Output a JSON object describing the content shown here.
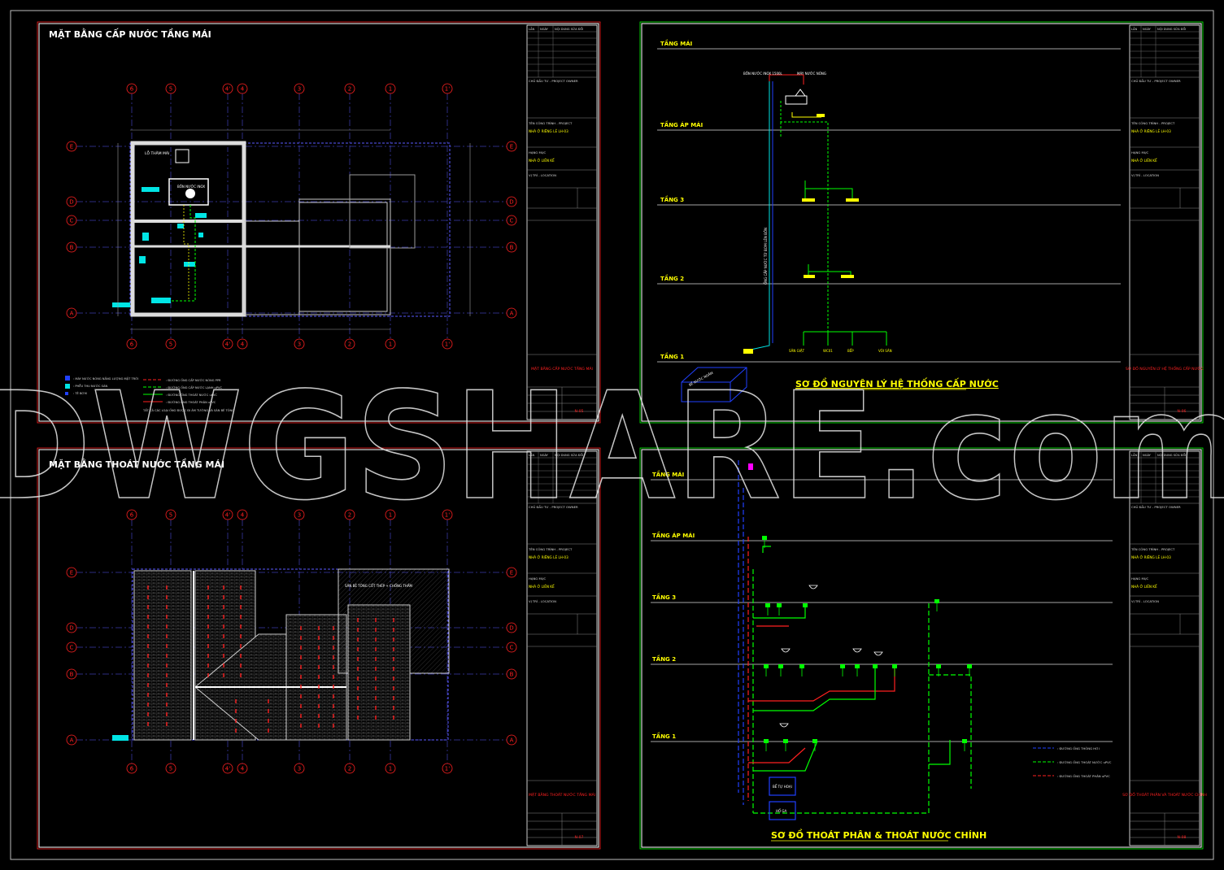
{
  "watermark": "DWGSHARE.com",
  "colors": {
    "background": "#000000",
    "frame": "#ffffff",
    "sheet_border": "#00ff00",
    "red": "#ff2020",
    "cyan": "#00ffff",
    "yellow": "#ffff00",
    "green": "#00ff00",
    "blue": "#2040ff",
    "magenta": "#ff00ff",
    "grid": "#5a5aff",
    "grey": "#9a9a9a"
  },
  "sheets": [
    {
      "title": "MẶT BẰNG CẤP NƯỚC TẦNG MÁI",
      "title_block": {
        "rev_headers": [
          "LẦN",
          "NGÀY",
          "NỘI DUNG SỬA ĐỔI"
        ],
        "owner": "CHỦ ĐẦU TƯ - PROJECT OWNER",
        "project_label": "TÊN CÔNG TRÌNH - PROJECT",
        "project": "NHÀ Ở RIÊNG LẺ LH-03",
        "item_label": "HẠNG MỤC",
        "item": "NHÀ Ở LIÊN KẾ",
        "location": "VỊ TRÍ - LOCATION",
        "drawing_name": "MẶT BẰNG CẤP NƯỚC TẦNG MÁI",
        "sheet_no": "N-05"
      },
      "grid_labels": [
        "6",
        "5",
        "4'",
        "4",
        "3",
        "2",
        "1",
        "1'"
      ],
      "row_labels": [
        "E",
        "D",
        "C",
        "B",
        "A"
      ],
      "legend": [
        ": MÁY NƯỚC NÓNG NĂNG LƯỢNG MẶT TRỜI",
        ": PHỄU THU NƯỚC SÀN",
        ": TÊ BƠM",
        ": ĐƯỜNG ỐNG CẤP NƯỚC NÓNG PPR",
        ": ĐƯỜNG ỐNG CẤP NƯỚC LẠNH uPVC",
        ": ĐƯỜNG ỐNG THOÁT NƯỚC uPVC",
        ": ĐƯỜNG ỐNG THOÁT PHÂN uPVC"
      ],
      "legend_note": "TẤT CẢ CÁC LOẠI ỐNG ĐƯỢC ĐI ÂM TƯỜNG VÀ SÀN BÊ TÔNG",
      "room_label_1": "LỖ THĂM MÁI",
      "room_label_2": "BỒN NƯỚC INOX"
    },
    {
      "title": "SƠ ĐỒ NGUYÊN LÝ HỆ THỐNG CẤP NƯỚC",
      "floors": [
        "TẦNG MÁI",
        "TẦNG ÁP MÁI",
        "TẦNG 3",
        "TẦNG 2",
        "TẦNG 1"
      ],
      "top_labels": [
        "BỒN NƯỚC INOX 1500L",
        "MÁY NƯỚC NÓNG"
      ],
      "tank_label": "BỂ NƯỚC NGẦM",
      "pipe_label": "ỐNG CẤP NƯỚC TỪ BƠM LÊN BỒN",
      "bottom_labels": [
        "SÂN GIẶT",
        "WC01",
        "BẾP",
        "VÒI SÂN"
      ],
      "title_block": {
        "rev_headers": [
          "LẦN",
          "NGÀY",
          "NỘI DUNG SỬA ĐỔI"
        ],
        "owner": "CHỦ ĐẦU TƯ - PROJECT OWNER",
        "project_label": "TÊN CÔNG TRÌNH - PROJECT",
        "project": "NHÀ Ở RIÊNG LẺ LH-03",
        "item_label": "HẠNG MỤC",
        "item": "NHÀ Ở LIÊN KẾ",
        "location": "VỊ TRÍ - LOCATION",
        "drawing_name": "SƠ ĐỒ NGUYÊN LÝ HỆ THỐNG CẤP NƯỚC",
        "sheet_no": "N-06"
      }
    },
    {
      "title": "MẶT BẰNG THOÁT NƯỚC TẦNG MÁI",
      "grid_labels": [
        "6",
        "5",
        "4'",
        "4",
        "3",
        "2",
        "1",
        "1'"
      ],
      "row_labels": [
        "E",
        "D",
        "C",
        "B",
        "A"
      ],
      "roof_note": "SÂN BÊ TÔNG CỐT THÉP + CHỐNG THẤM",
      "title_block": {
        "rev_headers": [
          "LẦN",
          "NGÀY",
          "NỘI DUNG SỬA ĐỔI"
        ],
        "owner": "CHỦ ĐẦU TƯ - PROJECT OWNER",
        "project_label": "TÊN CÔNG TRÌNH - PROJECT",
        "project": "NHÀ Ở RIÊNG LẺ LH-03",
        "item_label": "HẠNG MỤC",
        "item": "NHÀ Ở LIÊN KẾ",
        "location": "VỊ TRÍ - LOCATION",
        "drawing_name": "MẶT BẰNG THOÁT NƯỚC TẦNG MÁI",
        "sheet_no": "N-07"
      }
    },
    {
      "title": "SƠ ĐỒ THOÁT PHÂN & THOÁT NƯỚC CHÍNH",
      "floors": [
        "TẦNG MÁI",
        "TẦNG ÁP MÁI",
        "TẦNG 3",
        "TẦNG 2",
        "TẦNG 1"
      ],
      "tanks": [
        "BỂ TỰ HOẠI",
        "HỐ GA"
      ],
      "legend": [
        ": ĐƯỜNG ỐNG THÔNG HƠI",
        ": ĐƯỜNG ỐNG THOÁT NƯỚC uPVC",
        ": ĐƯỜNG ỐNG THOÁT PHÂN uPVC"
      ],
      "title_block": {
        "rev_headers": [
          "LẦN",
          "NGÀY",
          "NỘI DUNG SỬA ĐỔI"
        ],
        "owner": "CHỦ ĐẦU TƯ - PROJECT OWNER",
        "project_label": "TÊN CÔNG TRÌNH - PROJECT",
        "project": "NHÀ Ở RIÊNG LẺ LH-03",
        "item_label": "HẠNG MỤC",
        "item": "NHÀ Ở LIÊN KẾ",
        "location": "VỊ TRÍ - LOCATION",
        "drawing_name": "SƠ ĐỒ THOÁT PHÂN VÀ THOÁT NƯỚC CHÍNH",
        "sheet_no": "N-08"
      }
    }
  ]
}
